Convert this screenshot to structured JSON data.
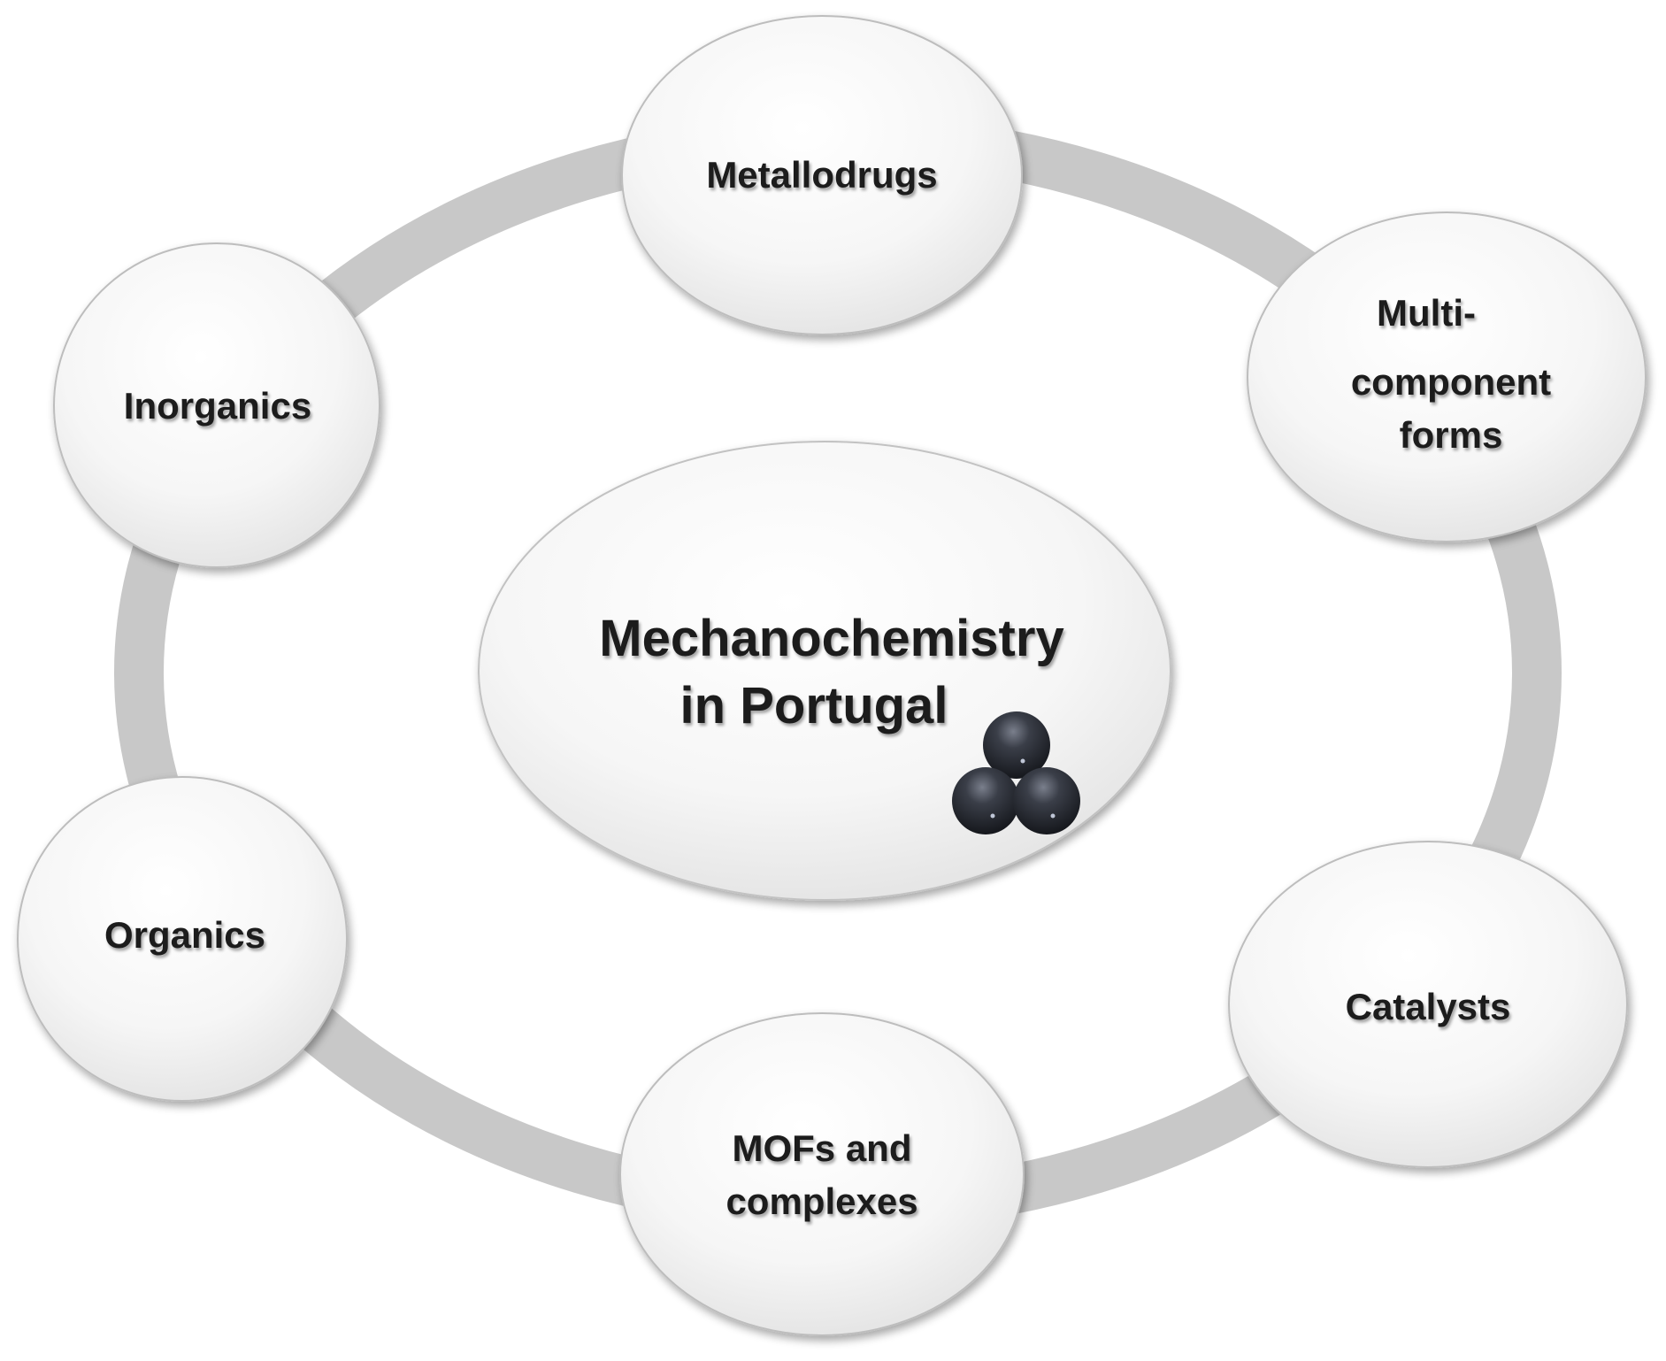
{
  "center": {
    "line1": "Mechanochemistry",
    "line2": "in Portugal"
  },
  "nodes": {
    "metallodrugs": {
      "label": "Metallodrugs"
    },
    "multicomponent": {
      "line1": "Multi-",
      "line2": "component",
      "line3": "forms"
    },
    "catalysts": {
      "label": "Catalysts"
    },
    "mofs": {
      "line1": "MOFs and",
      "line2": "complexes"
    },
    "organics": {
      "label": "Organics"
    },
    "inorganics": {
      "label": "Inorganics"
    }
  },
  "colors": {
    "ring": "#c8c8c8",
    "node_fill_light": "#ffffff",
    "node_fill_dark": "#e9e9e9",
    "node_stroke": "#bdbdbd",
    "text": "#1a1a1a",
    "ball": "#2b2e36"
  },
  "icons": {
    "center": "milling-balls-icon"
  }
}
